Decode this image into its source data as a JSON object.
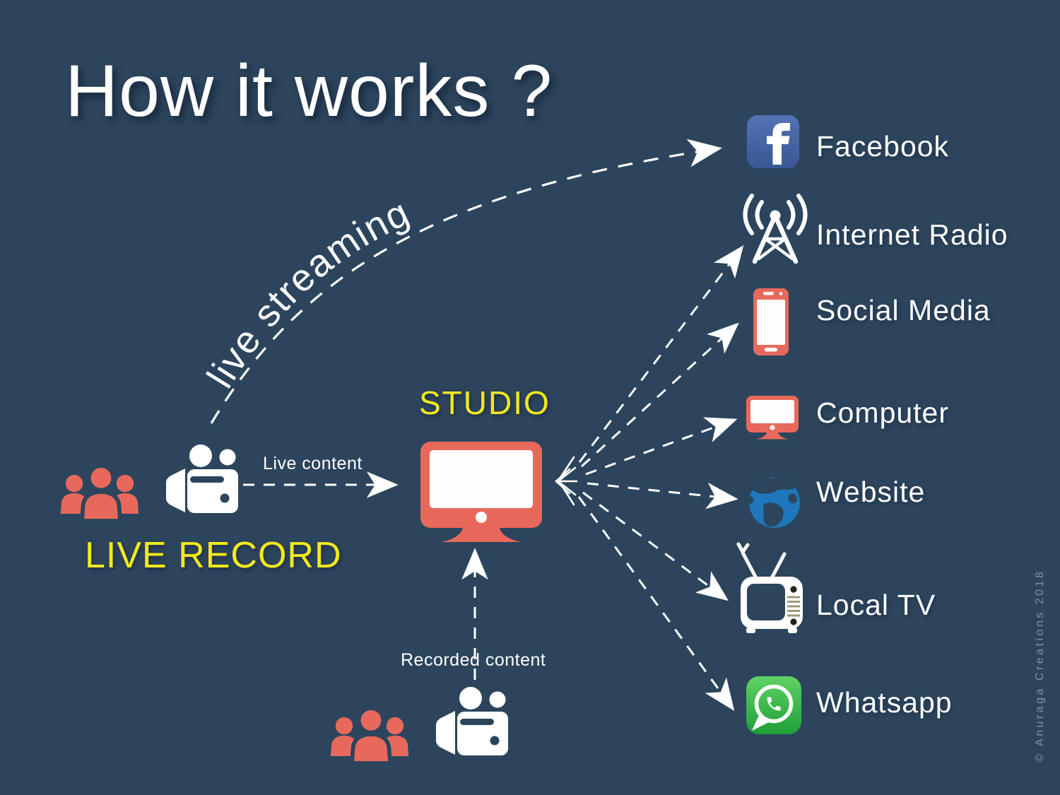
{
  "title": "How it works ?",
  "flows": {
    "live_streaming": "live streaming",
    "live_content": "Live content",
    "recorded_content": "Recorded content"
  },
  "source": {
    "label": "LIVE RECORD",
    "icons": [
      "people-group-icon",
      "video-camera-icon"
    ]
  },
  "studio": {
    "label": "STUDIO",
    "icon": "studio-monitor-icon"
  },
  "recorded_source": {
    "icons": [
      "people-group-icon",
      "video-camera-icon"
    ]
  },
  "destinations": [
    {
      "label": "Facebook",
      "icon": "facebook-icon"
    },
    {
      "label": "Internet Radio",
      "icon": "internet-radio-antenna-icon"
    },
    {
      "label": "Social Media",
      "icon": "smartphone-icon"
    },
    {
      "label": "Computer",
      "icon": "computer-monitor-icon"
    },
    {
      "label": "Website",
      "icon": "globe-icon"
    },
    {
      "label": "Local TV",
      "icon": "tv-icon"
    },
    {
      "label": "Whatsapp",
      "icon": "whatsapp-icon"
    }
  ],
  "watermark": "© Anuraga Creations 2018",
  "colors": {
    "background": "#2c455d",
    "coral": "#e8695b",
    "yellow": "#f3e91c",
    "white": "#ffffff",
    "facebook_blue": "#3c5a9a",
    "whatsapp_green": "#34b44a",
    "globe_blue": "#1e76bc",
    "tv_grille": "#9a9a78"
  }
}
